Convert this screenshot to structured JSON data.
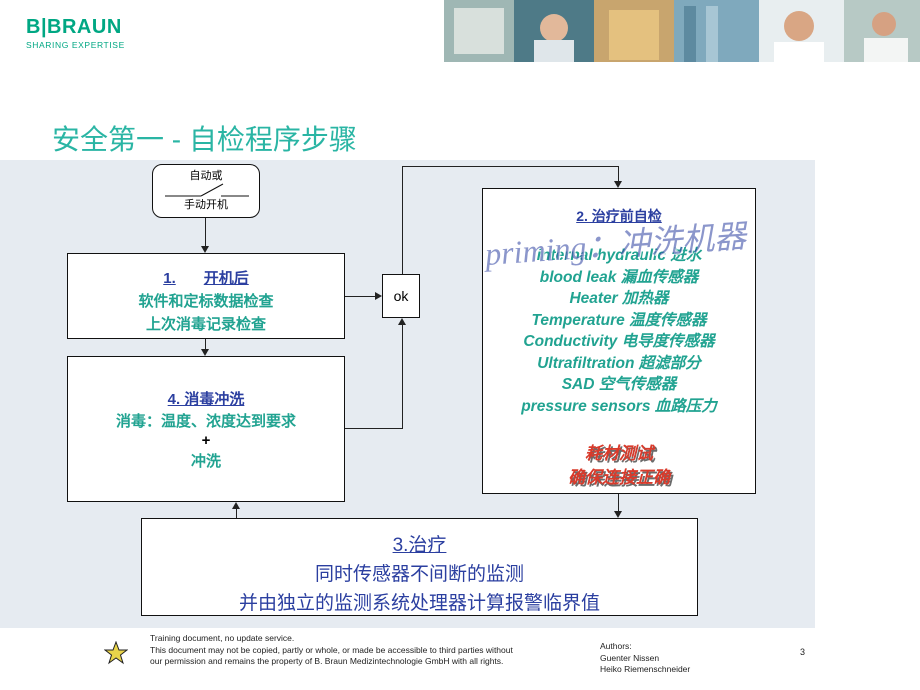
{
  "header": {
    "logo_main": "B|BRAUN",
    "logo_sub": "SHARING EXPERTISE"
  },
  "title": "安全第一 - 自检程序步骤",
  "flow": {
    "start_top": "自动或",
    "start_bottom": "手动开机",
    "ok": "ok",
    "box1": {
      "heading_num": "1.",
      "heading_text": "开机后",
      "line1": "软件和定标数据检查",
      "line2": "上次消毒记录检查"
    },
    "box4": {
      "heading": "4. 消毒冲洗",
      "line1": "消毒：温度、浓度达到要求",
      "plus": "+",
      "line2": "冲洗"
    },
    "box2": {
      "heading": "2. 治疗前自检",
      "overlay_text": "priming：冲洗机器",
      "items": [
        "internal hydraulic 进水",
        "blood leak 漏血传感器",
        "Heater 加热器",
        "Temperature 温度传感器",
        "Conductivity 电导度传感器",
        "Ultrafiltration 超滤部分",
        "SAD 空气传感器",
        "pressure sensors 血路压力"
      ],
      "red_line1": "耗材测试",
      "red_line2": "确保连接正确"
    },
    "box3": {
      "heading": "3.治疗",
      "line1": "同时传感器不间断的监测",
      "line2": "并由独立的监测系统处理器计算报警临界值"
    }
  },
  "footer": {
    "line1": "Training document, no update service.",
    "line2": "This document may not be copied, partly or whole, or made be accessible to third parties without",
    "line3": "our permission and remains the property of B. Braun Medizintechnologie GmbH with all rights.",
    "authors_label": "Authors:",
    "author1": "Guenter Nissen",
    "author2": "Heiko Riemenschneider",
    "page": "3"
  },
  "colors": {
    "brand": "#00a783",
    "teal": "#21a391",
    "navy": "#2b3fa0",
    "red": "#d93a2b",
    "panel": "#e6ebf1"
  }
}
